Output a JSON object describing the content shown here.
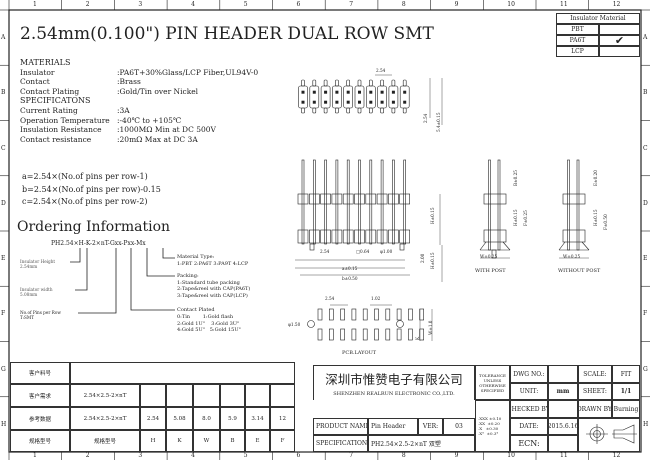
{
  "frame": {
    "columns": [
      "1",
      "2",
      "3",
      "4",
      "5",
      "6",
      "7",
      "8",
      "9",
      "10",
      "11",
      "12"
    ],
    "rows": [
      "A",
      "B",
      "C",
      "D",
      "E",
      "F",
      "G",
      "H"
    ]
  },
  "title": "2.54mm(0.100\") PIN HEADER DUAL ROW SMT",
  "insulator_material": {
    "header": "Insulator Material",
    "rows": [
      {
        "name": "PBT",
        "mark": ""
      },
      {
        "name": "PA6T",
        "mark": "✔"
      },
      {
        "name": "LCP",
        "mark": ""
      }
    ]
  },
  "materials": {
    "heading": "MATERIALS",
    "items": [
      {
        "label": "Insulator",
        "value": ":PA6T+30%Glass/LCP Fiber,UL94V-0"
      },
      {
        "label": "Contact",
        "value": ":Brass"
      },
      {
        "label": "Contact Plating",
        "value": ":Gold/Tin over Nickel"
      }
    ]
  },
  "specifications": {
    "heading": "SPECIFICATONS",
    "items": [
      {
        "label": "Current Rating",
        "value": ":3A"
      },
      {
        "label": "Operation Temperature",
        "value": ":-40℃ to +105℃"
      },
      {
        "label": "Insulation Resistance",
        "value": ":1000MΩ Min at DC 500V"
      },
      {
        "label": "Contact resistance",
        "value": ":20mΩ Max at DC 3A"
      }
    ]
  },
  "formulas": [
    "a=2.54×(No.of pins per row-1)",
    "b=2.54×(No.of pins per row)-0.15",
    "c=2.54×(No.of pins per row-2)"
  ],
  "ordering": {
    "heading": "Ordering Information",
    "part": "PH2.54×H-K-2×nT-Gxx-Pxx-Mx",
    "insulator_height": [
      "Insulator Height",
      "2.54mm"
    ],
    "insulator_width": [
      "Insulator width",
      "5.08mm"
    ],
    "pins_per_row": [
      "No.of Pins per Row",
      "T:SMT"
    ],
    "material": [
      "Material Type:",
      "1:PBT 2:PA6T 3:PA9T 4:LCP"
    ],
    "packing": [
      "Packing:",
      "1:Standard tube packing",
      "2:Tape&reel with CAP(PA6T)",
      "3:Tape&reel with CAP(LCP)"
    ],
    "plated": [
      "Contact Plated",
      "0:Tin        1:Gold flash",
      "2:Gold 1U\"    3:Gold 3U\"",
      "4:Gold 5U\"   5:Gold 15U\""
    ]
  },
  "dims": {
    "pitch_top": "2.54",
    "row_pitch": "2.54",
    "width_top": "5.4±0.15",
    "h1": "H±0.15",
    "pitch_bottom": "2.54",
    "pin_sq": "□0.64",
    "post": "φ1.00",
    "d200": "2.00",
    "h2": "H±0.15",
    "a": "a±0.15",
    "b": "b±0.50",
    "wp_top": "B±0.25",
    "wp_mid": "H±0.15",
    "wp_f": "F±0.25",
    "wp_w": "W±0.25",
    "wo_top": "E±0.20",
    "wo_mid": "H±0.15",
    "wo_f": "F±0.50",
    "wo_w": "W±0.25",
    "pcb_pitch": "2.54",
    "pcb_pad": "1.02",
    "pcb_hole": "φ1.50",
    "pcb_k": "K",
    "pcb_w": "W±1.0"
  },
  "labels": {
    "with_post": "WITH POST",
    "without_post": "WITHOUT POST",
    "pcb": "PCB.LAYOUT"
  },
  "customer_table": {
    "rows": [
      {
        "label": "客户料号",
        "cells": []
      },
      {
        "label": "客户需求",
        "cells": [
          "2.54×2.5-2×nT",
          "",
          "",
          "",
          "",
          "",
          ""
        ]
      },
      {
        "label": "参考数据",
        "cells": [
          "2.54×2.5-2×nT",
          "2.54",
          "5.08",
          "8.0",
          "5.9",
          "3.14",
          "12"
        ]
      },
      {
        "label": "规格型号",
        "cells": [
          "规格型号",
          "H",
          "K",
          "W",
          "B",
          "E",
          "F"
        ]
      }
    ]
  },
  "title_block": {
    "company_cn": "深圳市惟赞电子有限公司",
    "company_en": "SHENZHEN REALRUN ELECTRONIC CO.,LTD.",
    "tolerance": "TOLERANCE UNLESS OTHERWISE SPECIFIED",
    "tol_values": [
      ".XXX ±0.10",
      ".XX  ±0.20",
      ".X   ±0.30",
      ".X°  ±0.3°"
    ],
    "dwg_no_label": "DWG NO.:",
    "dwg_no": "",
    "scale_label": "SCALE:",
    "scale": "FIT",
    "unit_label": "UNIT:",
    "unit": "mm",
    "sheet_label": "SHEET:",
    "sheet": "1/1",
    "checked_label": "CHECKED BY:",
    "checked": "",
    "drawn_label": "DRAWN BY:",
    "drawn": "Burning",
    "date_label": "DATE:",
    "date": "2015.6.16",
    "ecn_label": "ECN:",
    "product_label": "PRODUCT NAME:",
    "product": "Pin Header",
    "ver_label": "VER:",
    "ver": "03",
    "spec_label": "SPECIFICATION:",
    "spec": "PH2.54×2.5-2×nT 双塑"
  }
}
